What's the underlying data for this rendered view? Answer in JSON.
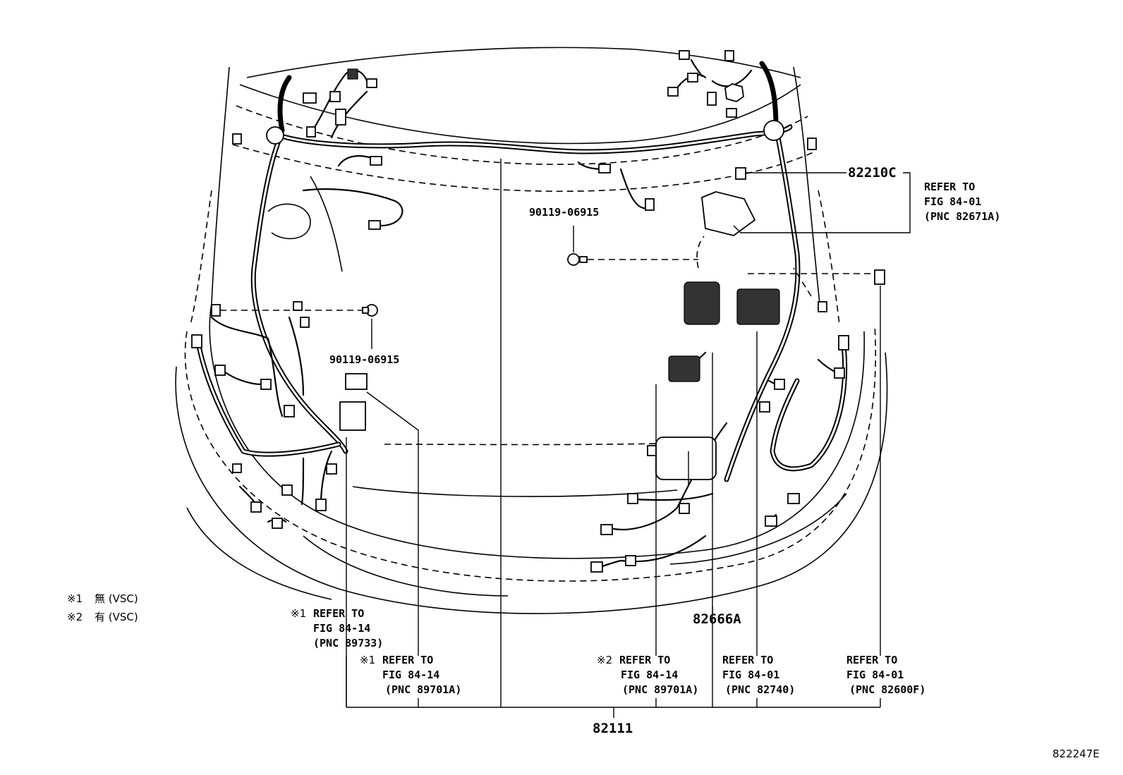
{
  "labels": {
    "p82210c": "82210C",
    "p90119_upper": "90119-06915",
    "p90119_lower": "90119-06915",
    "p82666a": "82666A",
    "p82111": "82111",
    "diagram_id": "822247E"
  },
  "references": {
    "fuse_block": {
      "line1": "REFER TO",
      "line2": "FIG 84-01",
      "line3": "(PNC 82671A)"
    },
    "vsc1_a": {
      "mark": "※1",
      "line1": "REFER TO",
      "line2": "FIG 84-14",
      "line3": "(PNC 89733)"
    },
    "vsc1_b": {
      "mark": "※1",
      "line1": "REFER TO",
      "line2": "FIG 84-14",
      "line3": "(PNC 89701A)"
    },
    "vsc2": {
      "mark": "※2",
      "line1": "REFER TO",
      "line2": "FIG 84-14",
      "line3": "(PNC 89701A)"
    },
    "relay_a": {
      "line1": "REFER TO",
      "line2": "FIG 84-01",
      "line3": "(PNC 82740)"
    },
    "relay_b": {
      "line1": "REFER TO",
      "line2": "FIG 84-01",
      "line3": "(PNC 82600F)"
    }
  },
  "legend": [
    {
      "mark": "※1",
      "text": "無 (VSC)"
    },
    {
      "mark": "※2",
      "text": "有 (VSC)"
    }
  ]
}
